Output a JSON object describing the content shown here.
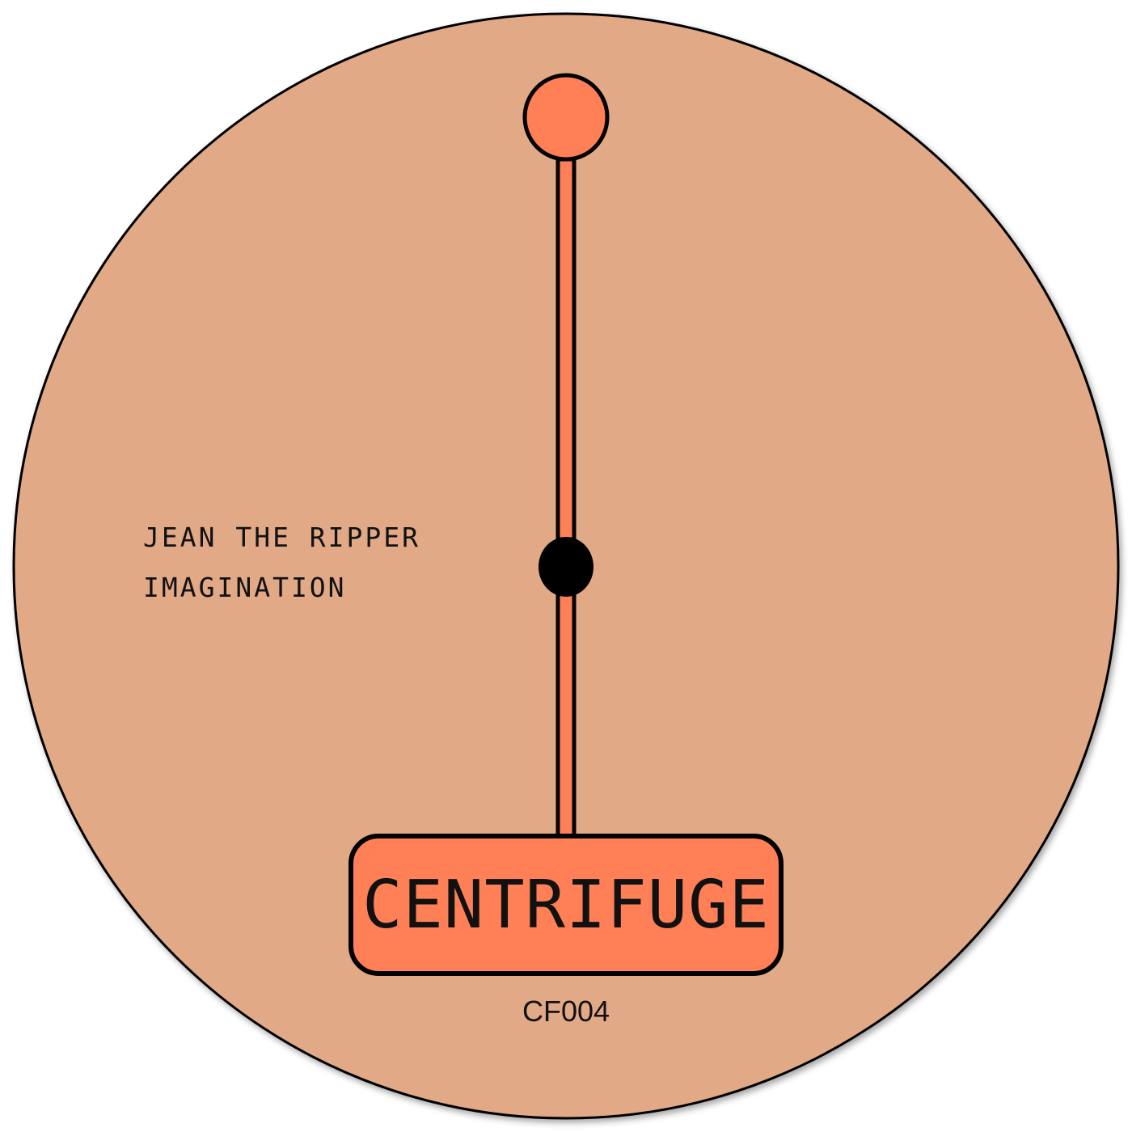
{
  "label": {
    "artist": "JEAN THE RIPPER",
    "track": "IMAGINATION",
    "brand": "CENTRIFUGE",
    "catalog_number": "CF004"
  },
  "colors": {
    "disc_fill": "#E2A987",
    "accent": "#FF7F56",
    "outline": "#000000"
  }
}
